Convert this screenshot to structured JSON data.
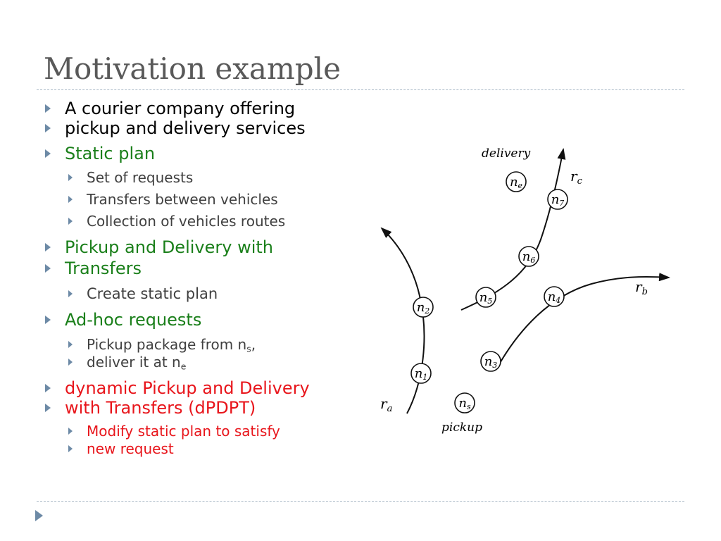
{
  "slide": {
    "title": "Motivation example",
    "bullets": {
      "b1_line1": "A courier company offering",
      "b1_line2": "pickup and delivery services",
      "b2": "Static plan",
      "b2_sub1": "Set of requests",
      "b2_sub2": "Transfers between vehicles",
      "b2_sub3": "Collection of vehicles routes",
      "b3_line1": "Pickup and Delivery with",
      "b3_line2": "Transfers",
      "b3_sub1": "Create static plan",
      "b4": "Ad-hoc requests",
      "b4_sub1_a": "Pickup package from n",
      "b4_sub1_sub": "s",
      "b4_sub1_b": ",",
      "b4_sub1_c": "deliver it at n",
      "b4_sub1_sub2": "e",
      "b5_line1": "dynamic Pickup and Delivery",
      "b5_line2": "with Transfers (dPDPT)",
      "b5_sub1_line1": "Modify static plan to satisfy",
      "b5_sub1_line2": "new request"
    }
  },
  "diagram": {
    "labels": {
      "delivery": "delivery",
      "pickup": "pickup",
      "route_a": "r",
      "route_a_sub": "a",
      "route_b": "r",
      "route_b_sub": "b",
      "route_c": "r",
      "route_c_sub": "c"
    },
    "nodes": [
      {
        "name": "n",
        "sub": "e"
      },
      {
        "name": "n",
        "sub": "7"
      },
      {
        "name": "n",
        "sub": "6"
      },
      {
        "name": "n",
        "sub": "5"
      },
      {
        "name": "n",
        "sub": "4"
      },
      {
        "name": "n",
        "sub": "2"
      },
      {
        "name": "n",
        "sub": "3"
      },
      {
        "name": "n",
        "sub": "1"
      },
      {
        "name": "n",
        "sub": "s"
      }
    ]
  },
  "colors": {
    "title": "#595959",
    "bullet_marker": "#6d8aa6",
    "green": "#1a7f1a",
    "red": "#e8151b",
    "gray_text": "#404040",
    "rule": "#a9b8c6"
  }
}
